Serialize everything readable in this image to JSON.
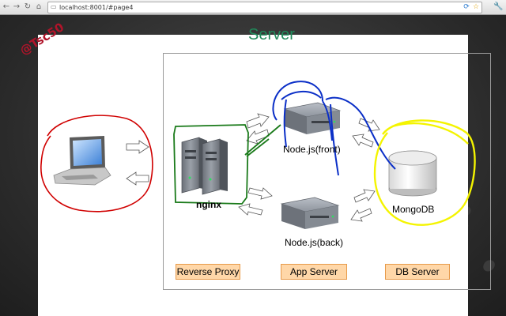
{
  "browser": {
    "url": "localhost:8001/#page4",
    "nav": {
      "back": "←",
      "forward": "→",
      "reload": "↻",
      "home": "⌂"
    },
    "ext": {
      "one": "⟳",
      "two": "☆"
    },
    "wrench": "🔧"
  },
  "slide": {
    "server_title": "Server",
    "labels": {
      "nginx": "nginx",
      "node_front": "Node.js(front)",
      "node_back": "Node.js(back)",
      "mongodb": "MongoDB"
    },
    "roles": {
      "reverse_proxy": "Reverse Proxy",
      "app_server": "App Server",
      "db_server": "DB Server"
    },
    "watermark": "@Tsc50"
  },
  "colors": {
    "server_title": "#1f8a5a",
    "role_fill": "#ffd7a8",
    "role_border": "#e79a4a",
    "annotation_red": "#d00000",
    "annotation_green": "#1a7a1a",
    "annotation_blue": "#0b2fc7",
    "annotation_yellow": "#f4f400"
  },
  "icons": [
    "laptop-icon",
    "server-rack-icon",
    "server-box-icon",
    "database-icon",
    "arrow-icon"
  ]
}
